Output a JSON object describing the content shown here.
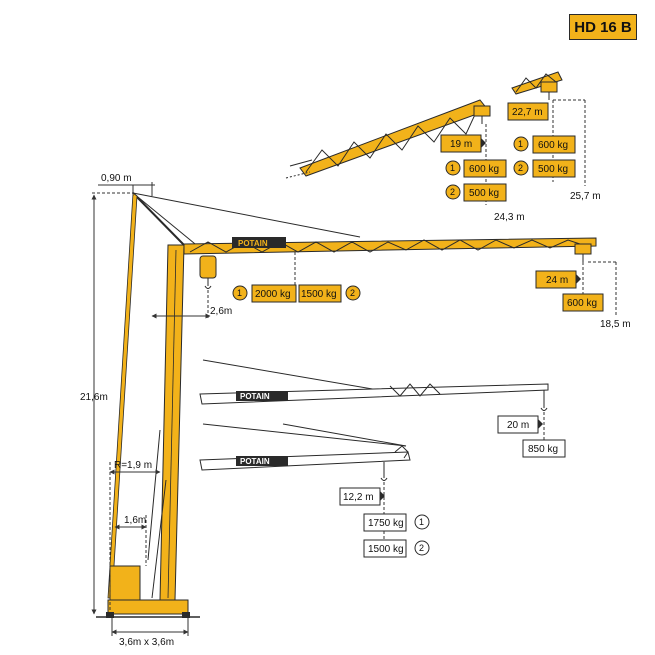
{
  "model": "HD 16 B",
  "brand": "POTAIN",
  "colors": {
    "crane": "#f2b21a",
    "outline": "#2a2a2a",
    "dim_line": "#333333",
    "box_fill": "#f2b21a"
  },
  "dimensions": {
    "top_offset": "0,90 m",
    "height": "21,6m",
    "radius": "R=1,9 m",
    "ballast_width": "1,6m",
    "base": "3,6m x 3,6m",
    "hook_offset": "2,6m",
    "height_main_tip": "18,5 m",
    "height_raised_mid": "24,3 m",
    "height_raised_tip": "25,7 m"
  },
  "main_jib": {
    "near_reach": {
      "marker1": "1",
      "load1": "2000 kg",
      "load2": "1500 kg",
      "marker2": "2"
    },
    "tip": {
      "reach": "24 m",
      "load": "600 kg"
    }
  },
  "raised_jib": {
    "mid": {
      "reach": "19 m",
      "marker1": "1",
      "load1": "600 kg",
      "marker2": "2",
      "load2": "500 kg"
    },
    "tip": {
      "reach": "22,7 m",
      "marker1": "1",
      "load1": "600 kg",
      "marker2": "2",
      "load2": "500 kg"
    }
  },
  "folded_jib_1": {
    "reach": "20 m",
    "load": "850 kg"
  },
  "folded_jib_2": {
    "reach": "12,2 m",
    "load1": "1750 kg",
    "marker1": "1",
    "load2": "1500 kg",
    "marker2": "2"
  }
}
